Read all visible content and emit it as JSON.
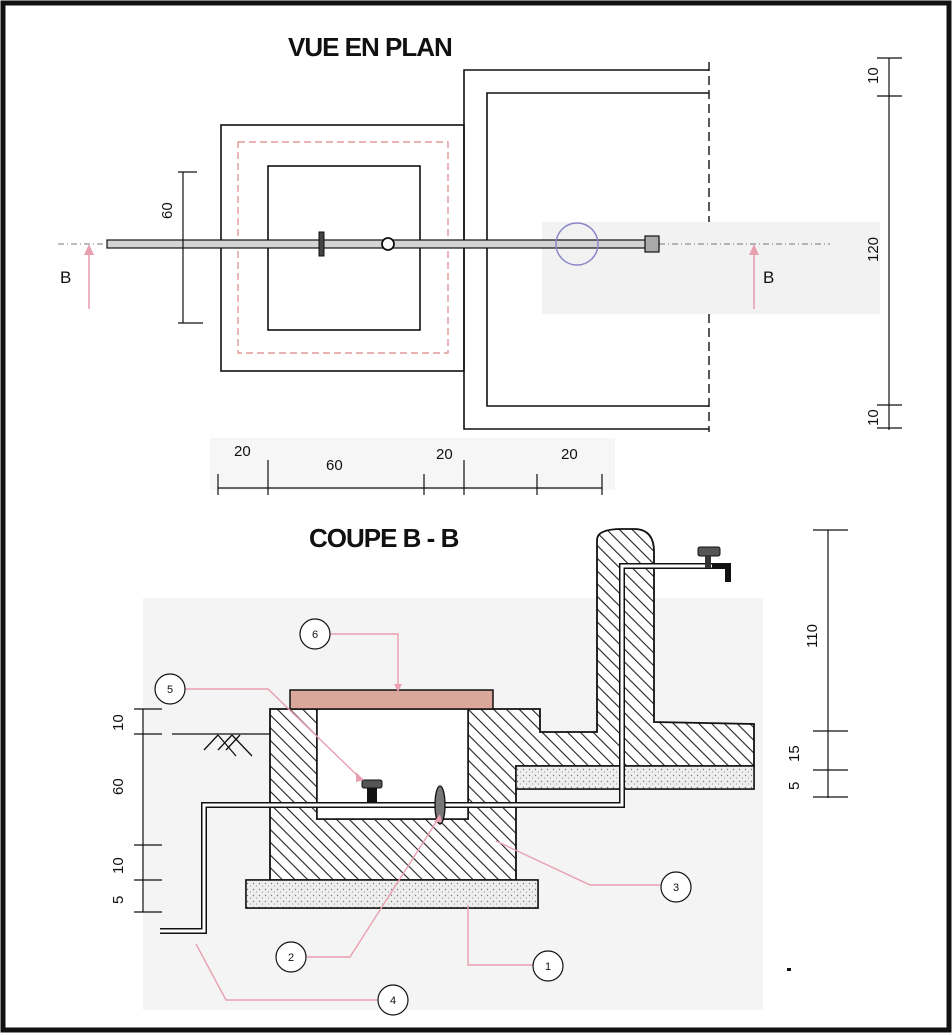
{
  "plan": {
    "title": "VUE EN PLAN",
    "section_mark_left": "B",
    "section_mark_right": "B",
    "dim_valve_box": "60",
    "dim_right_top": "10",
    "dim_right_mid": "120",
    "dim_right_bot": "10",
    "dim_bottom_1": "20",
    "dim_bottom_2": "60",
    "dim_bottom_3": "20",
    "dim_bottom_4": "20"
  },
  "section": {
    "title": "COUPE B - B",
    "dim_left_1": "10",
    "dim_left_2": "60",
    "dim_left_3": "10",
    "dim_left_4": "5",
    "dim_right_1": "110",
    "dim_right_2": "15",
    "dim_right_3": "5"
  },
  "callouts": {
    "c1": "1",
    "c2": "2",
    "c3": "3",
    "c4": "4",
    "c5": "5",
    "c6": "6"
  },
  "colors": {
    "hatch": "#222222",
    "lid": "#d9a89a",
    "leader": "#e8a0b0",
    "dashed_pink": "#e09a9a",
    "circle_valve": "#8a86c8",
    "pipe_fill": "#cfcfcf"
  }
}
